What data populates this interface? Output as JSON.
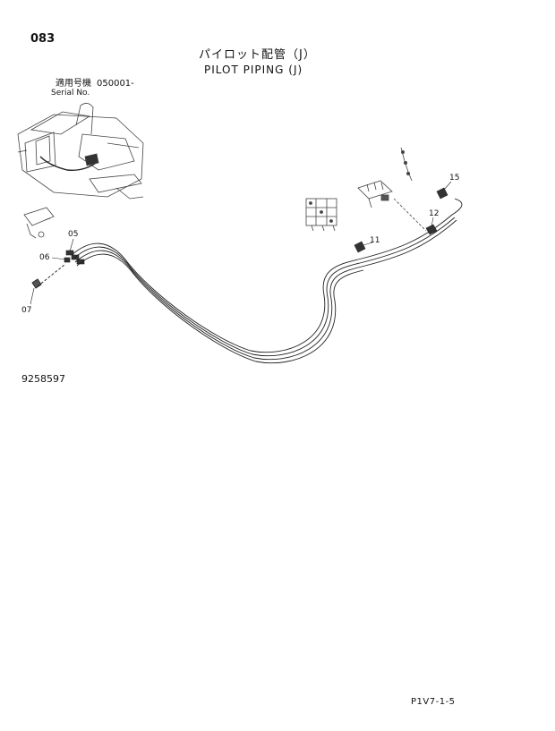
{
  "page_number": "083",
  "title": {
    "japanese": "パイロット配管（J）",
    "english": "PILOT PIPING (J)"
  },
  "serial": {
    "label_japanese": "適用号機",
    "value": "050001-",
    "label_english": "Serial No."
  },
  "callouts": {
    "c05": "05",
    "c06": "06",
    "c07": "07",
    "c11": "11",
    "c12": "12",
    "c15": "15"
  },
  "drawing_number": "9258597",
  "footer_code": "P1V7-1-5"
}
